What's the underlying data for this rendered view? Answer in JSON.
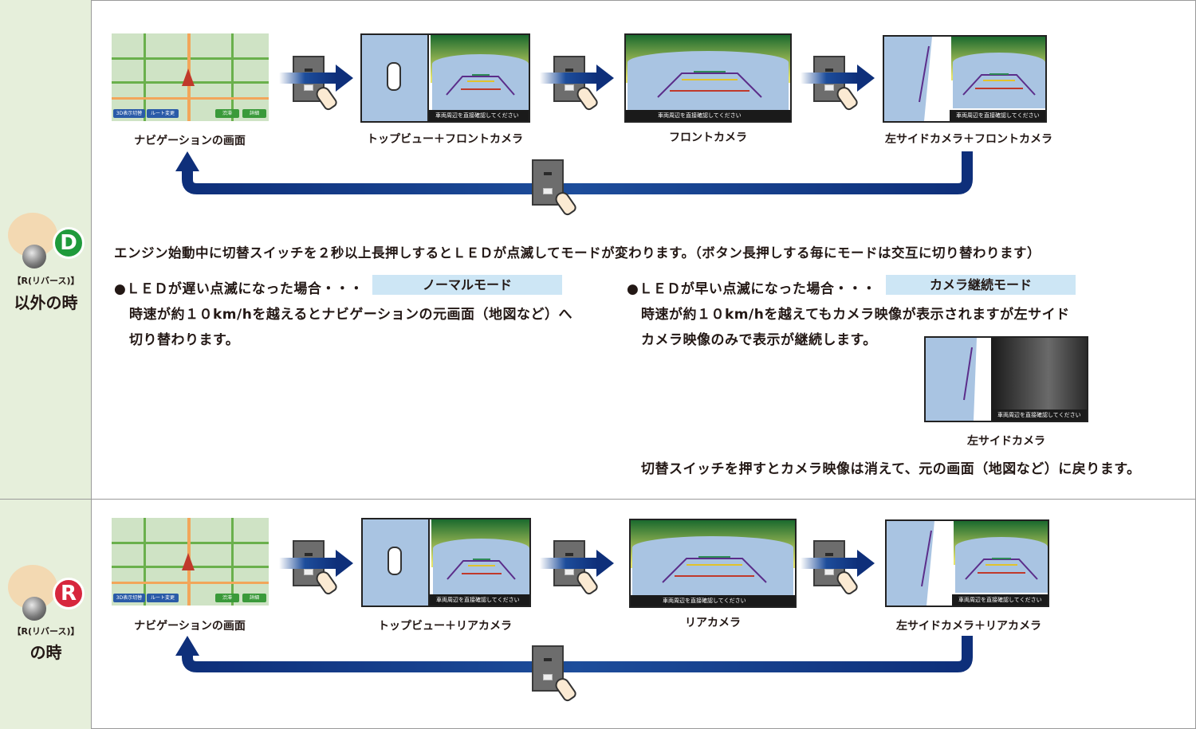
{
  "sections": {
    "d": {
      "gear_letter": "D",
      "gear_color": "#1f9a3b",
      "label_small": "【R(リバース)】",
      "label_big": "以外の時",
      "captions": [
        "ナビゲーションの画面",
        "トップビュー＋フロントカメラ",
        "フロントカメラ",
        "左サイドカメラ＋フロントカメラ"
      ],
      "description": "エンジン始動中に切替スイッチを２秒以上長押しするとＬＥＤが点滅してモードが変わります。（ボタン長押しする毎にモードは交互に切り替わります）",
      "left_bullet": {
        "lead": "●ＬＥＤが遅い点滅になった場合・・・",
        "mode": "ノーマルモード",
        "line1": "時速が約１０km/hを越えるとナビゲーションの元画面（地図など）へ",
        "line2": "切り替わります。"
      },
      "right_bullet": {
        "lead": "●ＬＥＤが早い点滅になった場合・・・",
        "mode": "カメラ継続モード",
        "line1": "時速が約１０km/hを越えてもカメラ映像が表示されますが左サイド",
        "line2": "カメラ映像のみで表示が継続します。",
        "image_caption": "左サイドカメラ",
        "footer": "切替スイッチを押すとカメラ映像は消えて、元の画面（地図など）に戻ります。"
      }
    },
    "r": {
      "gear_letter": "R",
      "gear_color": "#d7263d",
      "label_small": "【R(リバース)】",
      "label_big": "の時",
      "captions": [
        "ナビゲーションの画面",
        "トップビュー＋リアカメラ",
        "リアカメラ",
        "左サイドカメラ＋リアカメラ"
      ]
    }
  },
  "screen": {
    "notice": "車両周辺を直接確認してください",
    "map_buttons": [
      "3D表示切替",
      "ルート変更",
      "渋滞",
      "詳細"
    ]
  },
  "colors": {
    "arrow": "#0e2f7a",
    "side_column": "#e6efdb",
    "mode_box": "#cde6f5"
  }
}
